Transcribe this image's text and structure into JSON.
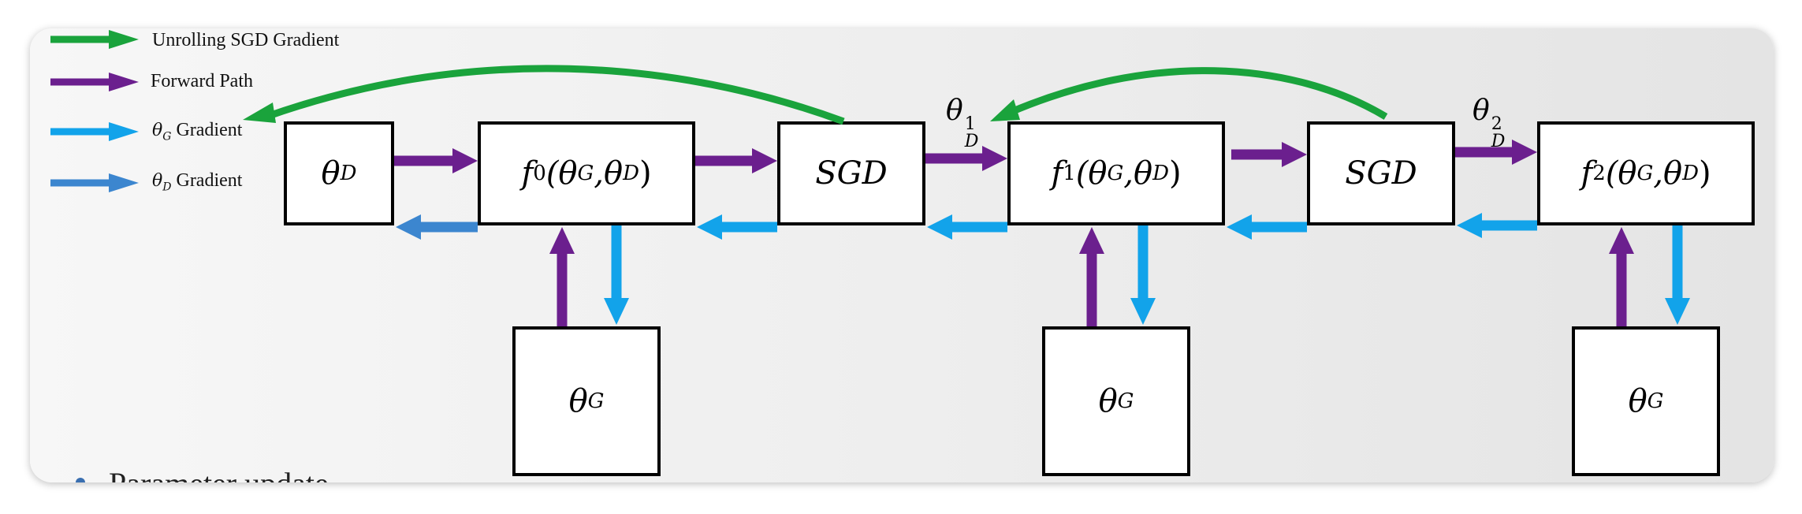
{
  "legend": [
    {
      "label": "Unrolling SGD Gradient",
      "color": "#1aa33c"
    },
    {
      "label": "Forward Path",
      "color": "#6b1f8e"
    },
    {
      "symbol": "θ",
      "sub": "G",
      "label": "Gradient",
      "color": "#12a3ea"
    },
    {
      "symbol": "θ",
      "sub": "D",
      "label": "Gradient",
      "color": "#3c86cf"
    }
  ],
  "nodes": {
    "theta_d": {
      "sym": "θ",
      "sub": "D"
    },
    "f0": {
      "fn": "f",
      "idx": "0",
      "args_open": "(θ",
      "g": "G",
      "comma": ",θ",
      "d": "D",
      "close": ")"
    },
    "sgd1": {
      "label": "SGD"
    },
    "f1": {
      "fn": "f",
      "idx": "1",
      "args_open": "(θ",
      "g": "G",
      "comma": ",θ",
      "d": "D",
      "close": ")"
    },
    "sgd2": {
      "label": "SGD"
    },
    "f2": {
      "fn": "f",
      "idx": "2",
      "args_open": "(θ",
      "g": "G",
      "comma": ",θ",
      "d": "D",
      "close": ")"
    },
    "theta_g": {
      "sym": "θ",
      "sub": "G"
    }
  },
  "params": [
    {
      "sym": "θ",
      "sup": "1",
      "sub": "D"
    },
    {
      "sym": "θ",
      "sup": "2",
      "sub": "D"
    }
  ],
  "bullet": {
    "text": "Parameter update"
  },
  "colors": {
    "green": "#1aa33c",
    "purple": "#6b1f8e",
    "light_blue": "#12a3ea",
    "mid_blue": "#3c86cf"
  }
}
